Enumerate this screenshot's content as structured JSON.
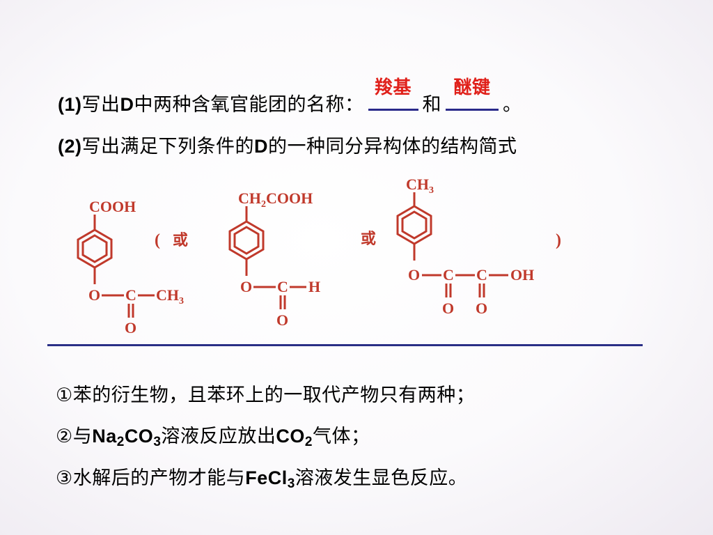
{
  "question1": {
    "label": "(1)",
    "text_a": "写出",
    "text_d": "D",
    "text_b": "中两种含氧官能团的名称：",
    "answer1": "羧基",
    "connector": "和",
    "answer2": "醚键",
    "end": "。"
  },
  "question2": {
    "label": "(2)",
    "text_a": "写出满足下列条件的",
    "text_d": "D",
    "text_b": "的一种同分异构体的结构简式"
  },
  "structures": {
    "s1": {
      "top": "COOH",
      "o": "O",
      "c": "C",
      "ch3": "CH",
      "ch3_sub": "3",
      "carbonyl_o": "O"
    },
    "s2": {
      "top_a": "CH",
      "top_sub": "2",
      "top_b": "COOH",
      "o": "O",
      "c": "C",
      "h": "H",
      "carbonyl_o": "O"
    },
    "s3": {
      "top": "CH",
      "top_sub": "3",
      "o": "O",
      "c1": "C",
      "c2": "C",
      "oh": "OH",
      "o1": "O",
      "o2": "O"
    },
    "open_paren": "(",
    "or1": "或",
    "or2": "或",
    "close_paren": ")"
  },
  "conditions": {
    "c1": {
      "text": "①苯的衍生物，且苯环上的一取代产物只有两种；"
    },
    "c2": {
      "pre": "②与",
      "na": "Na",
      "na_sub": "2",
      "co": "CO",
      "co_sub": "3",
      "mid": "溶液反应放出",
      "co2": "CO",
      "co2_sub": "2",
      "post": "气体；"
    },
    "c3": {
      "pre": "③水解后的产物才能与",
      "fecl": "FeCl",
      "fecl_sub": "3",
      "post": "溶液发生显色反应。"
    }
  },
  "colors": {
    "answer": "#e0201a",
    "structure": "#c0392b",
    "rule": "#2a2f86"
  }
}
